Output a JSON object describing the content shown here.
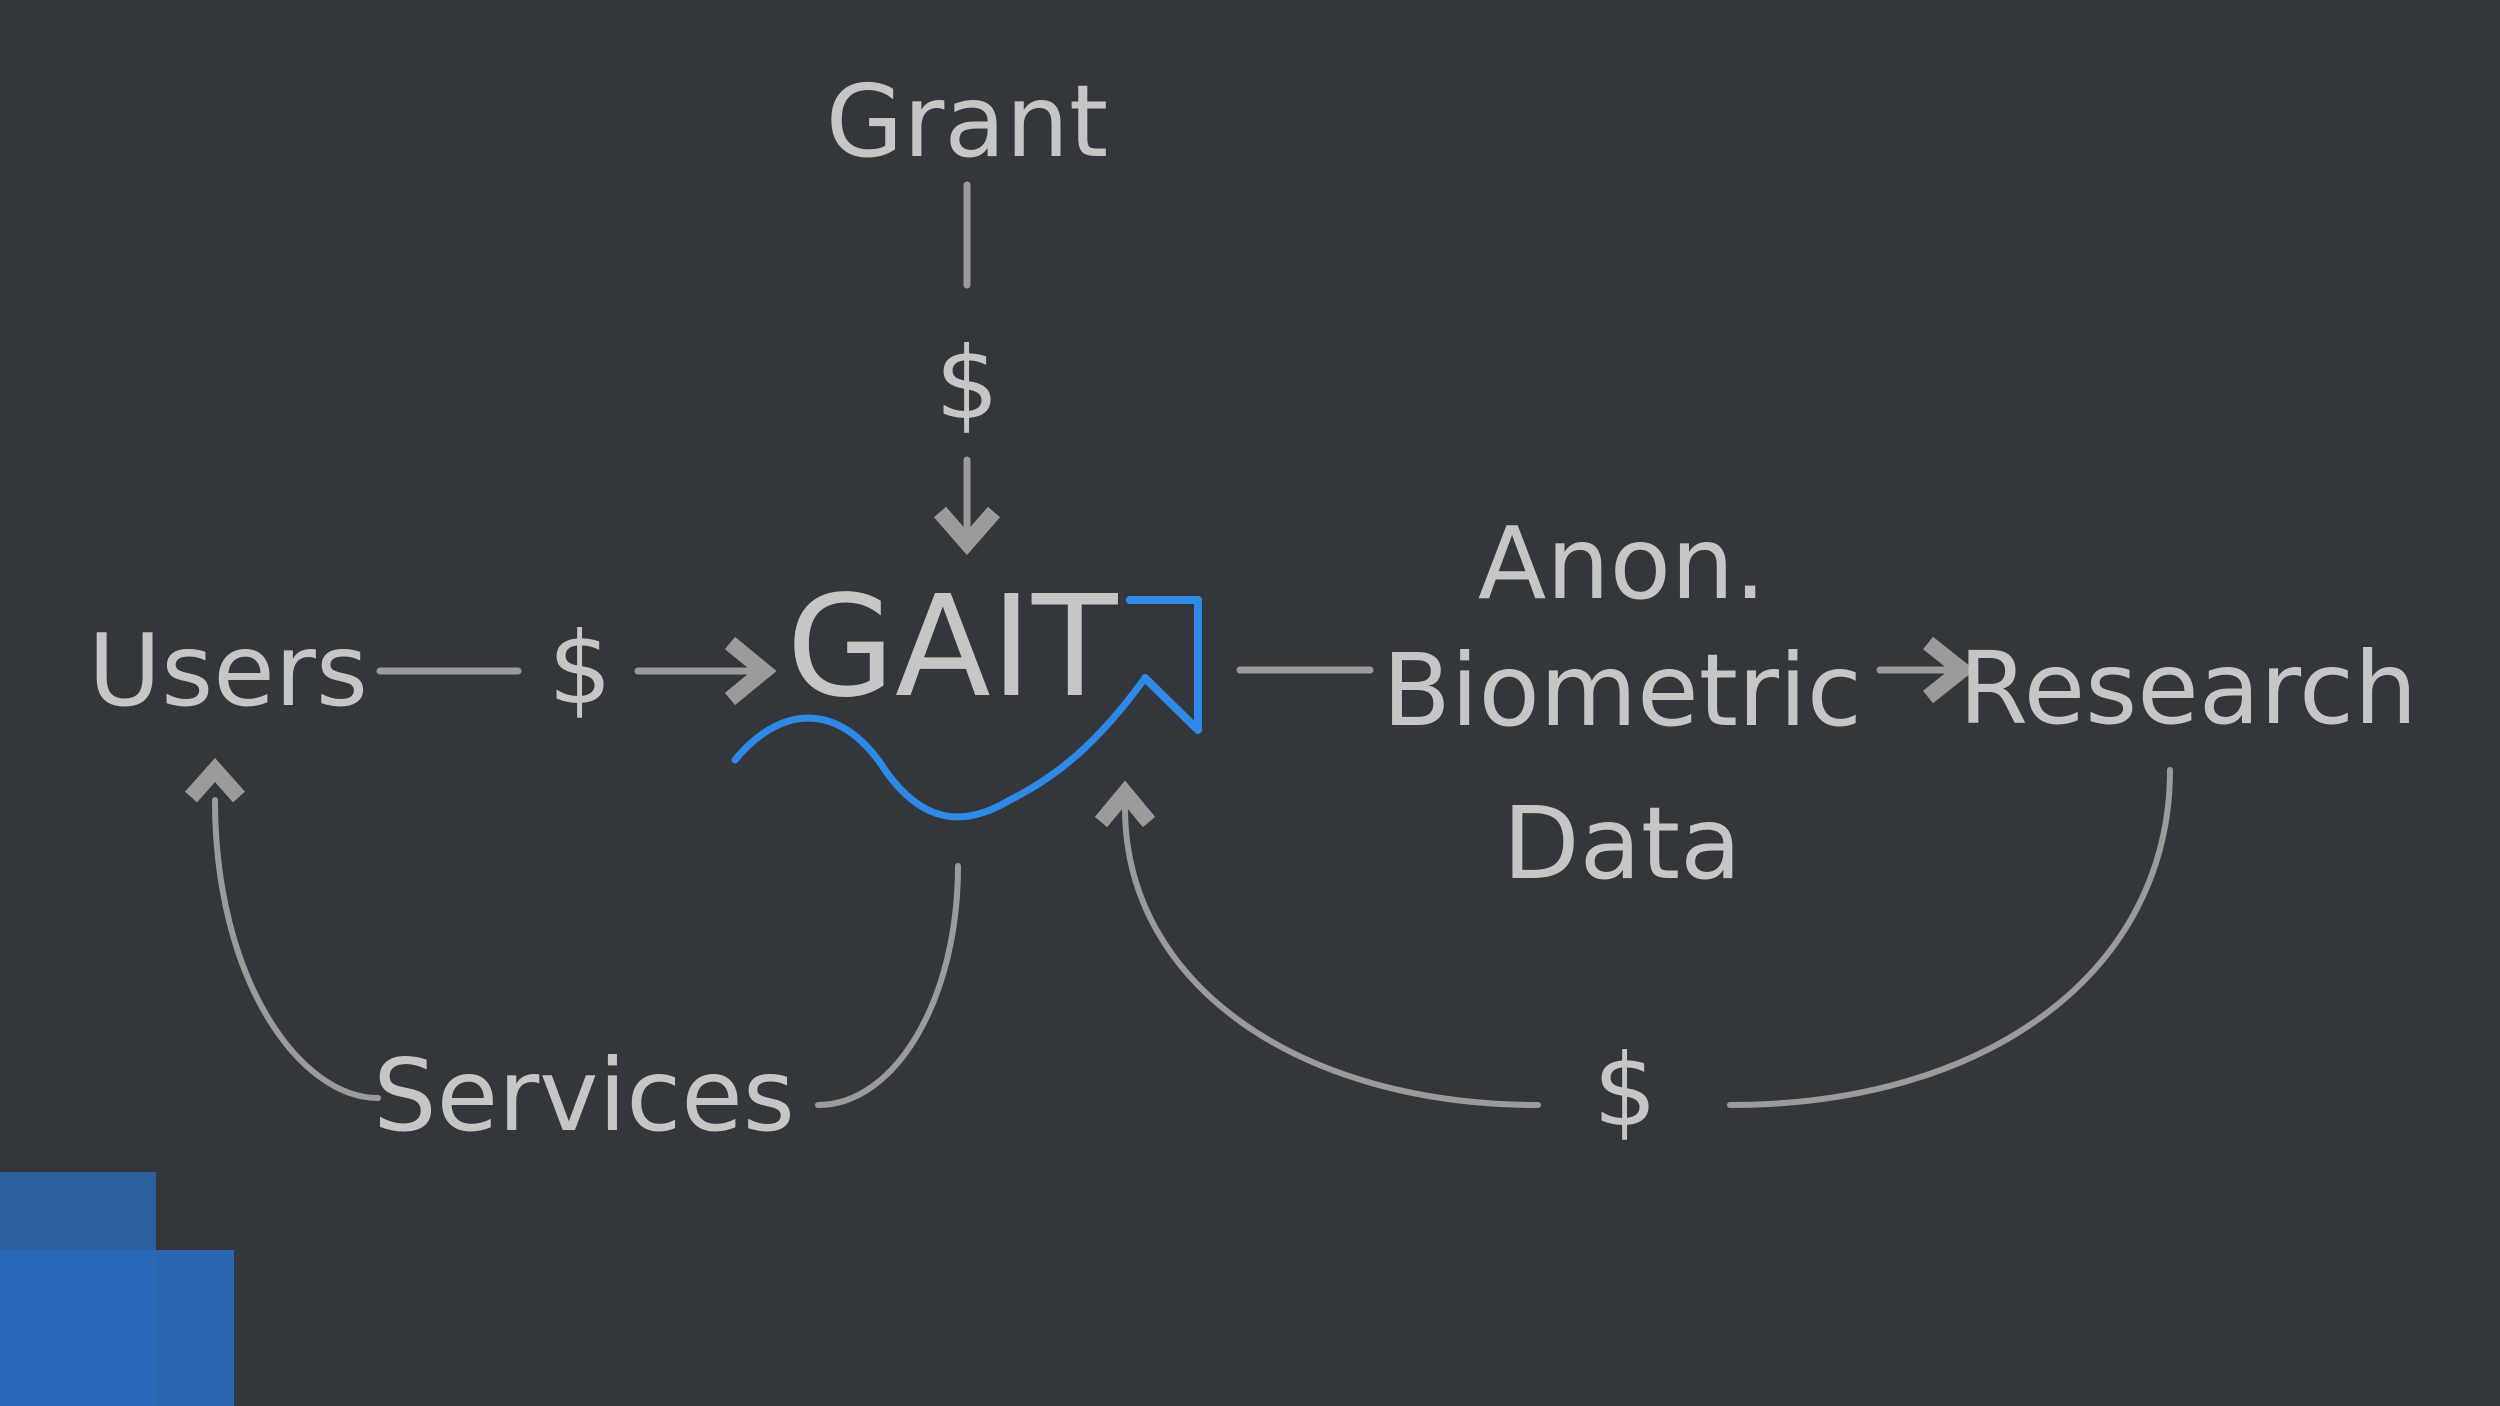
{
  "nodes": {
    "grant": "Grant",
    "grant_money": "$",
    "users": "Users",
    "users_money": "$",
    "logo_text": "GAIT",
    "data_line1": "Anon.",
    "data_line2": "Biometric",
    "data_line3": "Data",
    "research": "Research",
    "services": "Services",
    "research_money": "$"
  },
  "colors": {
    "background": "#33363b",
    "text": "#c6c6c6",
    "connector": "#9b9b9b",
    "logo_accent": "#2e8ae6",
    "corner_block_dark": "#2b5f9e",
    "corner_block_light": "#2a65b0"
  },
  "icons": {
    "logo_mark": "gait-wave-arrow-icon"
  }
}
